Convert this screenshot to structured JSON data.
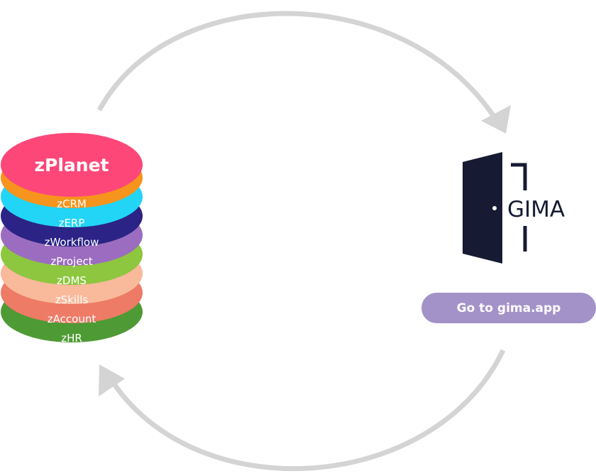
{
  "stack": {
    "title": "zPlanet",
    "layers": [
      {
        "label": "zCRM",
        "color": "#f7941d"
      },
      {
        "label": "zERP",
        "color": "#22d4f5"
      },
      {
        "label": "zWorkflow",
        "color": "#2b2385"
      },
      {
        "label": "zProject",
        "color": "#9b6cc0"
      },
      {
        "label": "zDMS",
        "color": "#8dc63f"
      },
      {
        "label": "zSkills",
        "color": "#f9b99b"
      },
      {
        "label": "zAccount",
        "color": "#ed7b65"
      },
      {
        "label": "zHR",
        "color": "#4e9a34"
      }
    ],
    "top_color": "#fd4779"
  },
  "brand": {
    "name": "GIMA",
    "color": "#161b33"
  },
  "cta": {
    "label": "Go to gima.app",
    "color": "#a392c8"
  },
  "arrows": {
    "color": "#d4d4d4"
  }
}
